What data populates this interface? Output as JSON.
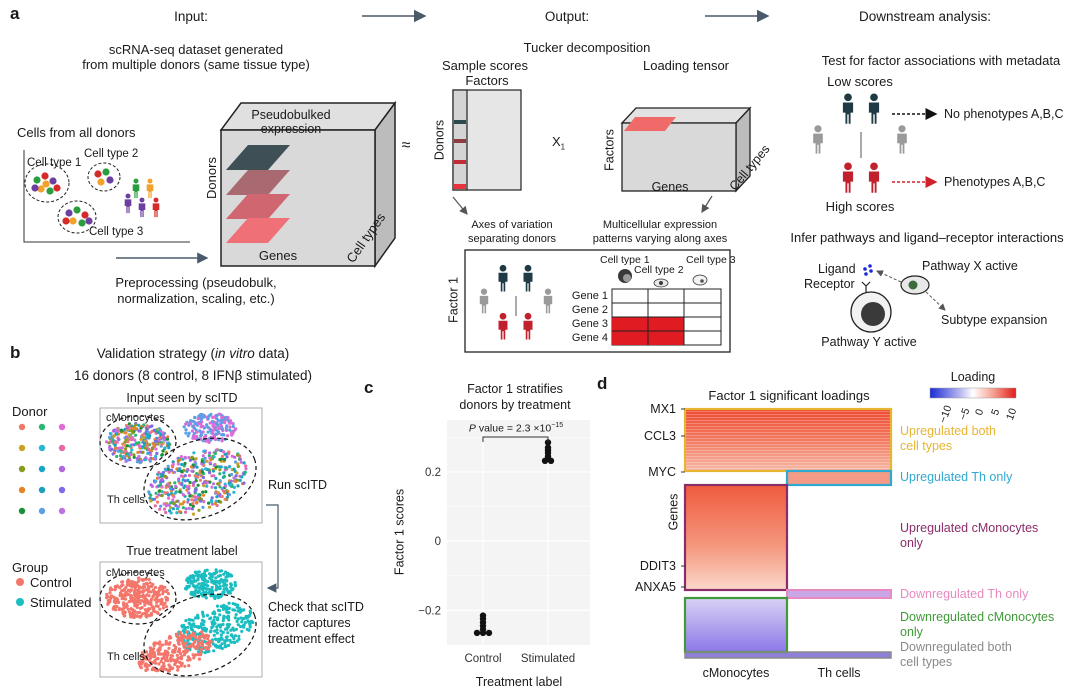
{
  "panel_a": {
    "letter": "a",
    "col_input": "Input:",
    "col_output": "Output:",
    "col_downstream": "Downstream analysis:",
    "dataset_line1": "scRNA-seq dataset generated",
    "dataset_line2": "from multiple donors (same tissue type)",
    "cells_all": "Cells from all donors",
    "cell_type_1": "Cell type 1",
    "cell_type_2": "Cell type 2",
    "cell_type_3": "Cell type 3",
    "pseudobulk_line1": "Pseudobulked",
    "pseudobulk_line2": "expression",
    "donors": "Donors",
    "genes": "Genes",
    "cell_types": "Cell types",
    "approx": "≈",
    "preprocess_line1": "Preprocessing (pseudobulk,",
    "preprocess_line2": "normalization, scaling, etc.)",
    "tucker": "Tucker decomposition",
    "sample_scores": "Sample scores",
    "factors": "Factors",
    "loading_tensor": "Loading tensor",
    "x1": "X",
    "x1_sub": "1",
    "axes_line1": "Axes of variation",
    "axes_line2": "separating donors",
    "multi_line1": "Multicellular expression",
    "multi_line2": "patterns varying along axes",
    "factor1": "Factor 1",
    "gene_rows": [
      "Gene 1",
      "Gene 2",
      "Gene 3",
      "Gene 4"
    ],
    "test_assoc": "Test for factor associations with metadata",
    "low_scores": "Low scores",
    "high_scores": "High scores",
    "no_pheno": "No phenotypes A,B,C",
    "pheno": "Phenotypes A,B,C",
    "infer": "Infer pathways and ligand–receptor interactions",
    "ligand": "Ligand",
    "receptor": "Receptor",
    "pathway_x": "Pathway X active",
    "subtype": "Subtype expansion",
    "pathway_y": "Pathway Y active"
  },
  "panel_b": {
    "letter": "b",
    "validation_pre": "Validation strategy (",
    "validation_it": "in vitro",
    "validation_post": " data)",
    "donors16": "16 donors (8 control, 8 IFNβ stimulated)",
    "donor": "Donor",
    "input_seen": "Input seen by scITD",
    "cmono": "cMonocytes",
    "thcells": "Th cells",
    "run": "Run scITD",
    "true_label": "True treatment label",
    "group": "Group",
    "control": "Control",
    "stimulated": "Stimulated",
    "check_line1": "Check that scITD",
    "check_line2": "factor captures",
    "check_line3": "treatment effect",
    "donor_colors": [
      "#f07a6a",
      "#2bb673",
      "#e06ad6",
      "#c9a227",
      "#28b6d6",
      "#e66aa6",
      "#8a9a1e",
      "#16a6c8",
      "#b066e0",
      "#e6842a",
      "#1aa0b8",
      "#7b6be8",
      "#1a8f3a",
      "#5aa0e6",
      "#c070e0"
    ],
    "group_colors": {
      "control": "#f4766b",
      "stimulated": "#1bbdc1"
    }
  },
  "panel_c": {
    "letter": "c",
    "title_line1": "Factor 1 stratifies",
    "title_line2": "donors by treatment",
    "p_italic": "P",
    "p_text": " value = 2.3 ×10",
    "p_exp": "−15"
  },
  "panel_d": {
    "letter": "d",
    "title": "Factor 1 significant loadings",
    "legend_title": "Loading",
    "legend_ticks": [
      "−10",
      "−5",
      "0",
      "5",
      "10"
    ],
    "genes_label": "Genes",
    "gene_labels": [
      "MX1",
      "CCL3",
      "MYC",
      "DDIT3",
      "ANXA5"
    ],
    "col_labels": [
      "cMonocytes",
      "Th cells"
    ],
    "annotations": [
      {
        "line1": "Upregulated both",
        "line2": "cell types",
        "color": "#e8b531"
      },
      {
        "line1": "Upregulated Th only",
        "line2": "",
        "color": "#2fa9d1"
      },
      {
        "line1": "Upregulated cMonocytes",
        "line2": "only",
        "color": "#8a2c6a"
      },
      {
        "line1": "Downregulated Th only",
        "line2": "",
        "color": "#e889bf"
      },
      {
        "line1": "Downregulated cMonocytes",
        "line2": "only",
        "color": "#3f9a37"
      },
      {
        "line1": "Downregulated both",
        "line2": "cell types",
        "color": "#8a8a8a"
      }
    ]
  },
  "chart_data": {
    "type": "scatter",
    "title": "Factor 1 stratifies donors by treatment",
    "xlabel": "Treatment label",
    "ylabel": "Factor 1 scores",
    "categories": [
      "Control",
      "Stimulated"
    ],
    "yticks": [
      "−0.2",
      "0",
      "0.2"
    ],
    "ylim": [
      -0.3,
      0.35
    ],
    "grid": true,
    "series": [
      {
        "category": "Control",
        "values": [
          -0.215,
          -0.225,
          -0.235,
          -0.245,
          -0.255,
          -0.265,
          -0.265,
          -0.265
        ]
      },
      {
        "category": "Stimulated",
        "values": [
          0.285,
          0.27,
          0.262,
          0.255,
          0.245,
          0.238,
          0.232,
          0.232
        ]
      }
    ],
    "annotation": "P value = 2.3 ×10−15"
  }
}
